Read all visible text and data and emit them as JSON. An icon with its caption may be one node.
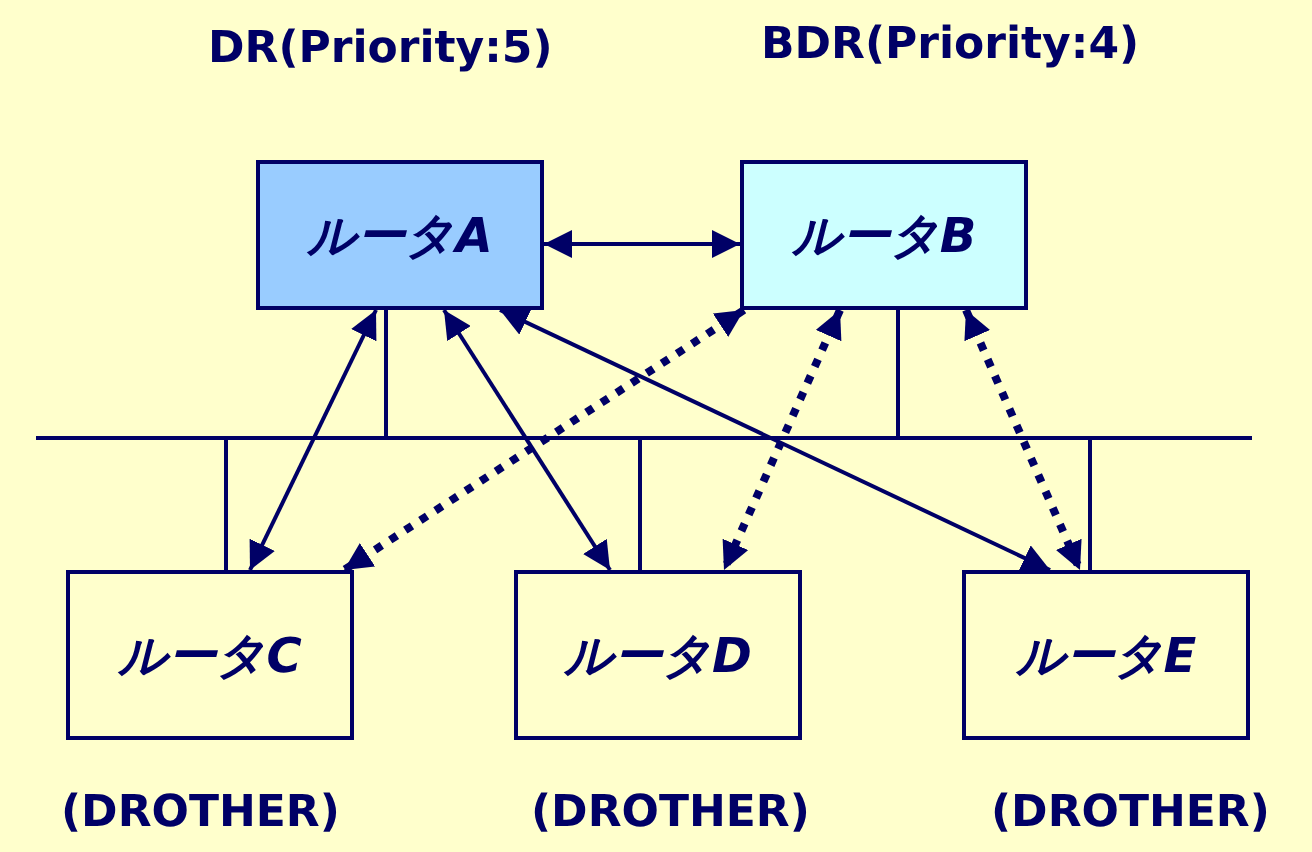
{
  "diagram": {
    "nodes": [
      {
        "text": [
          "ルータA"
        ],
        "beside": [
          "DR(Priority:5)"
        ]
      },
      {
        "text": [
          "ルータB"
        ],
        "beside": [
          "BDR(Priority:4)"
        ]
      },
      {
        "text": [
          "ルータC"
        ],
        "beside": [
          "(DROTHER)"
        ]
      },
      {
        "text": [
          "ルータD"
        ],
        "beside": [
          "(DROTHER)"
        ]
      },
      {
        "text": [
          "ルータE"
        ],
        "beside": [
          "(DROTHER)"
        ]
      },
      {
        "text": [],
        "shape": "bar"
      }
    ],
    "edges": [
      {
        "from": 0,
        "to": 1,
        "arrow": "both"
      },
      {
        "from": 0,
        "to": 2,
        "arrow": "both"
      },
      {
        "from": 0,
        "to": 3,
        "arrow": "both"
      },
      {
        "from": 0,
        "to": 4,
        "arrow": "both"
      },
      {
        "from": 1,
        "to": 2,
        "arrow": "both",
        "style": "dashed"
      },
      {
        "from": 1,
        "to": 3,
        "arrow": "both",
        "style": "dashed"
      },
      {
        "from": 1,
        "to": 4,
        "arrow": "both",
        "style": "dashed"
      },
      {
        "from": 0,
        "to": 5,
        "arrow": "none"
      },
      {
        "from": 1,
        "to": 5,
        "arrow": "none"
      },
      {
        "from": 2,
        "to": 5,
        "arrow": "none"
      },
      {
        "from": 3,
        "to": 5,
        "arrow": "none"
      },
      {
        "from": 4,
        "to": 5,
        "arrow": "none"
      }
    ]
  }
}
